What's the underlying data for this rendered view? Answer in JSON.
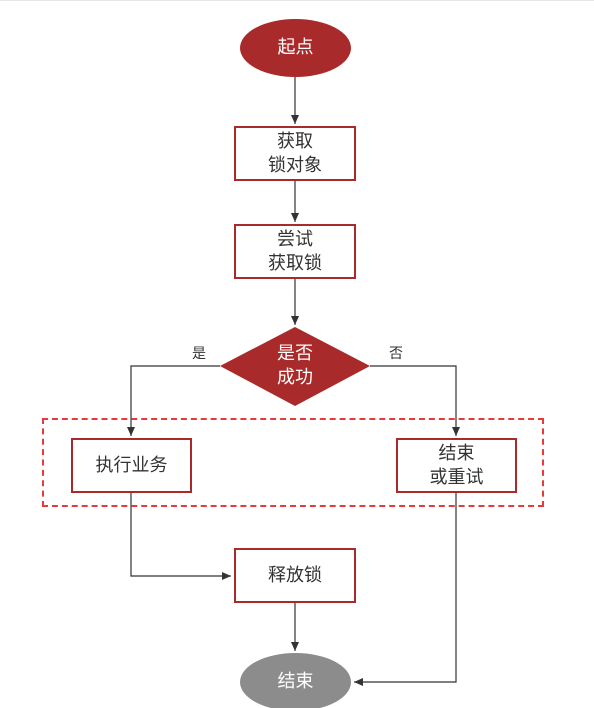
{
  "colors": {
    "primary": "#a92a2a",
    "end_node": "#8c8c8c",
    "group_border": "#e53b3b",
    "edge": "#333333"
  },
  "nodes": {
    "start": "起点",
    "acquire_lock_object": "获取\n锁对象",
    "try_acquire_lock": "尝试\n获取锁",
    "success_decision": "是否\n成功",
    "execute_business": "执行业务",
    "end_or_retry": "结束\n或重试",
    "release_lock": "释放锁",
    "end": "结束"
  },
  "edge_labels": {
    "yes": "是",
    "no": "否"
  }
}
